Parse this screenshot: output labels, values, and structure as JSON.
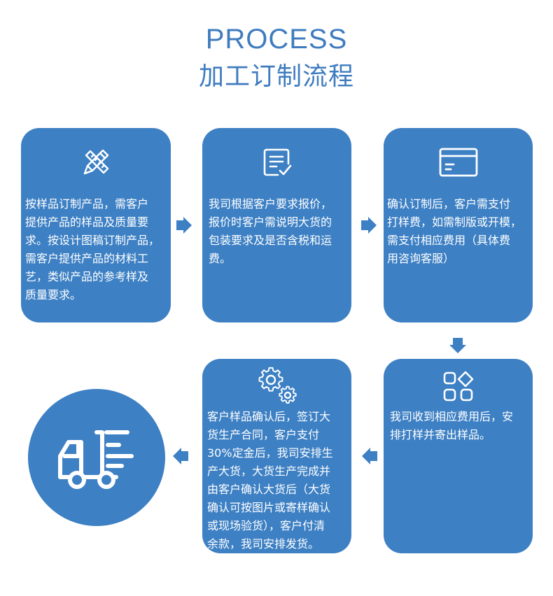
{
  "header": {
    "title_en": "PROCESS",
    "title_cn": "加工订制流程"
  },
  "steps": [
    {
      "icon": "pencil-ruler-icon",
      "text": "按样品订制产品，需客户\n提供产品的样品及质量要\n求。按设计图稿订制产品，\n需客户提供产品的材料工\n艺，类似产品的参考样及\n质量要求。"
    },
    {
      "icon": "document-check-icon",
      "text": "我司根据客户要求报价，\n报价时客户需说明大货的\n包装要求及是否含税和运\n费。"
    },
    {
      "icon": "payment-card-icon",
      "text": "确认订制后，客户需支付\n打样费，如需制版或开模，\n需支付相应费用（具体费\n用咨询客服）"
    },
    {
      "icon": "apps-grid-icon",
      "text": "我司收到相应费用后，安\n排打样并寄出样品。"
    },
    {
      "icon": "gears-icon",
      "text": "客户样品确认后，签订大\n货生产合同，客户支付\n30%定金后，我司安排生\n产大货，大货生产完成并\n由客户确认大货后（大货\n确认可按图片或寄样确认\n或现场验货），客户付清\n余款，我司安排发货。"
    }
  ],
  "final": {
    "icon": "delivery-truck-icon"
  },
  "colors": {
    "accent": "#3d80c4",
    "title": "#3f7cbf",
    "background": "#ffffff"
  }
}
